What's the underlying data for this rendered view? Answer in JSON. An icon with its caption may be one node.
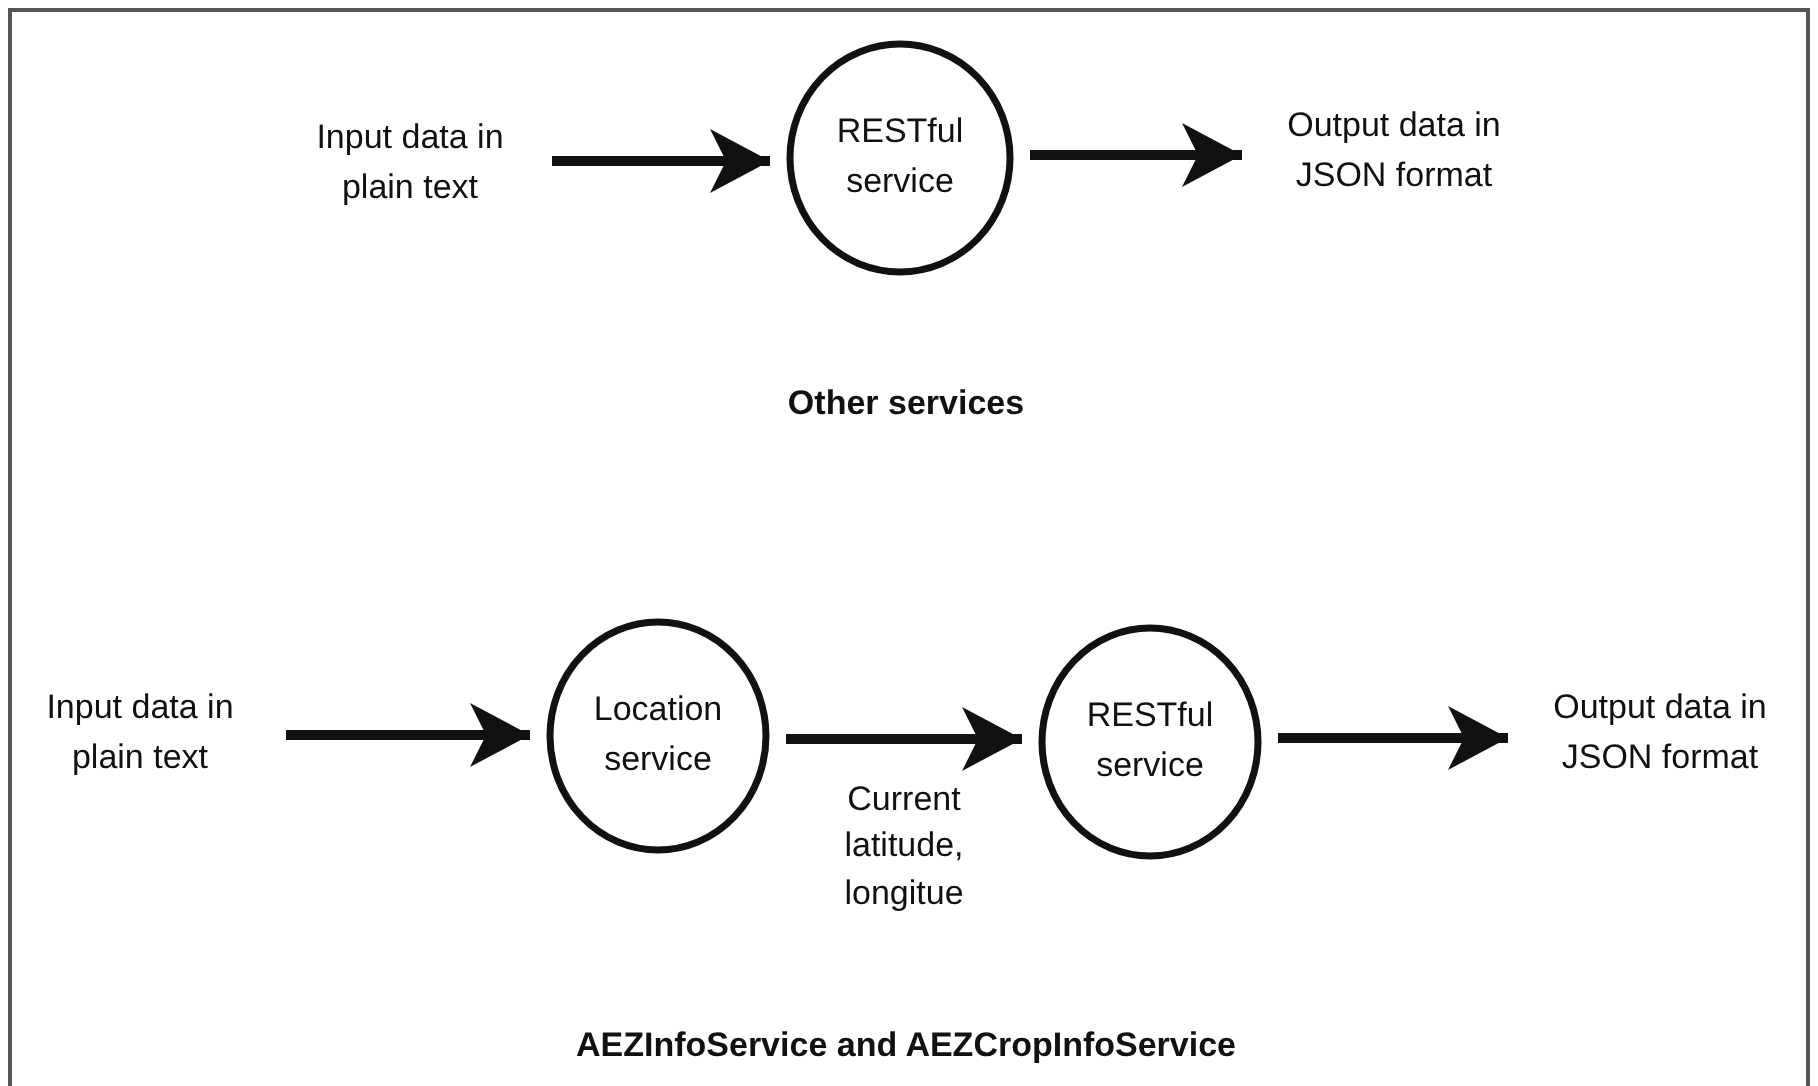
{
  "diagram": {
    "nodes": [
      {
        "text": [
          "Input data in plain text"
        ]
      },
      {
        "text": [
          "RESTful service"
        ]
      },
      {
        "text": [
          "Output data in JSON format"
        ]
      },
      {
        "text": [
          "Input data in plain text"
        ]
      },
      {
        "text": [
          "Location service"
        ]
      },
      {
        "text": [
          "RESTful service"
        ]
      },
      {
        "text": [
          "Output data in JSON format"
        ]
      }
    ],
    "edges": [
      {
        "from": 0,
        "to": 1,
        "arrow": "to"
      },
      {
        "from": 1,
        "to": 2,
        "arrow": "to"
      },
      {
        "from": 3,
        "to": 4,
        "arrow": "to"
      },
      {
        "from": 4,
        "to": 5,
        "arrow": "to",
        "label": "Current latitude, longitue"
      },
      {
        "from": 5,
        "to": 6,
        "arrow": "to"
      }
    ],
    "labels": [
      "Other services",
      "AEZInfoService and AEZCropInfoService"
    ]
  }
}
